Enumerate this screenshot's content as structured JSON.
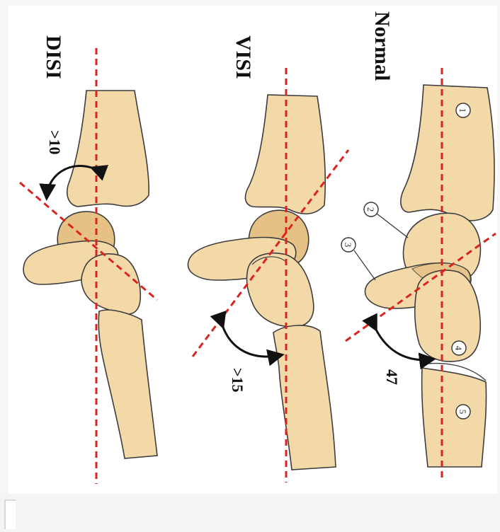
{
  "diagram": {
    "panels": [
      {
        "key": "normal",
        "title": "Normal",
        "angle": "47"
      },
      {
        "key": "visi",
        "title": "VISI",
        "angle": ">15"
      },
      {
        "key": "disi",
        "title": "DISI",
        "angle": ">10"
      }
    ],
    "markers": [
      "1",
      "2",
      "3",
      "4",
      "5"
    ],
    "colors": {
      "bone": "#f3d9a8",
      "bone_overlap": "#e6c185",
      "outline": "#3d3d3d",
      "axis": "#d9231f",
      "arrow": "#111111"
    }
  }
}
